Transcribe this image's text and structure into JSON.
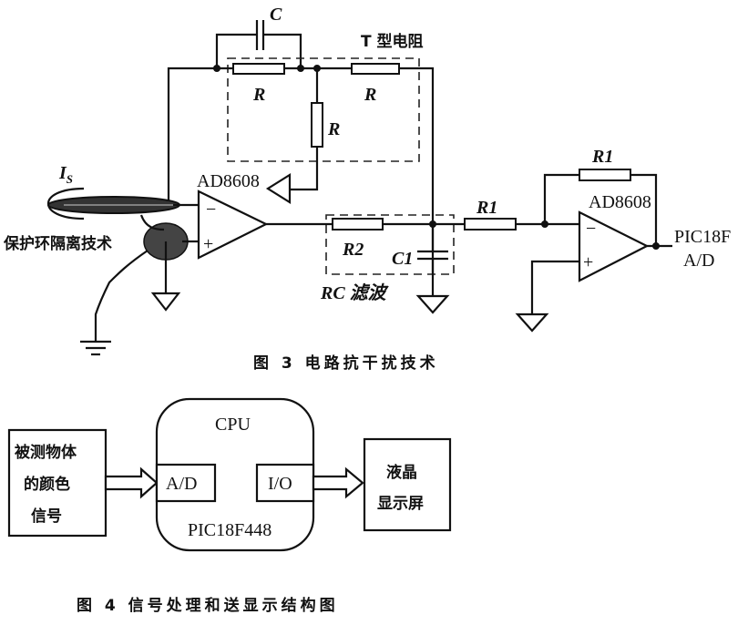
{
  "figure3": {
    "caption": "图 3 电路抗干扰技术",
    "labels": {
      "capacitor_c": "C",
      "t_network_title": "T 型电阻",
      "r_top_left": "R",
      "r_top_right": "R",
      "r_vertical": "R",
      "current_source": "I",
      "current_subscript": "S",
      "opamp1": "AD8608",
      "opamp1_minus": "−",
      "opamp1_plus": "+",
      "guard_ring": "保护环隔离技术",
      "r2": "R2",
      "c1": "C1",
      "rc_filter": "RC 滤波",
      "r1_series": "R1",
      "r1_feedback": "R1",
      "opamp2": "AD8608",
      "opamp2_minus": "−",
      "opamp2_plus": "+",
      "output_line1": "PIC18F",
      "output_line2": "A/D"
    }
  },
  "figure4": {
    "caption": "图 4 信号处理和送显示结构图",
    "input_block": [
      "被测物体",
      "的颜色",
      "信号"
    ],
    "cpu_title": "CPU",
    "cpu_model": "PIC18F448",
    "ad_port": "A/D",
    "io_port": "I/O",
    "display_block": [
      "液晶",
      "显示屏"
    ]
  }
}
